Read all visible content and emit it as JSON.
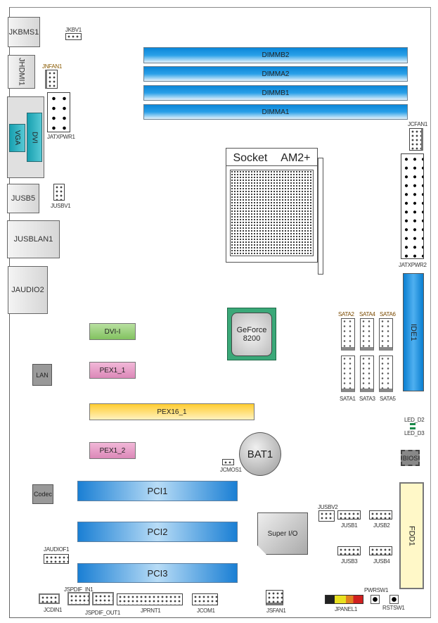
{
  "rear_io": {
    "kbms": "JKBMS1",
    "hdmi": "JHDMI1",
    "vga": "VGA",
    "dvi": "DVI",
    "usb5": "JUSB5",
    "usblan": "JUSBLAN1",
    "audio2": "JAUDIO2"
  },
  "headers": {
    "jkbv1": "JKBV1",
    "jnfan1": "JNFAN1",
    "jatxpwr1": "JATXPWR1",
    "jusbv1": "JUSBV1",
    "jcfan1": "JCFAN1",
    "jatxpwr2": "JATXPWR2",
    "jcmos1": "JCMOS1",
    "jusbv2": "JUSBV2",
    "jusb1": "JUSB1",
    "jusb2": "JUSB2",
    "jusb3": "JUSB3",
    "jusb4": "JUSB4",
    "jaudiof1": "JAUDIOF1",
    "jcdin1": "JCDIN1",
    "jspdif_in1": "JSPDIF_IN1",
    "jspdif_out1": "JSPDIF_OUT1",
    "jprnt1": "JPRNT1",
    "jcom1": "JCOM1",
    "jsfan1": "JSFAN1",
    "jpanel1": "JPANEL1",
    "pwrsw1": "PWRSW1",
    "rstsw1": "RSTSW1",
    "led_d2": "LED_D2",
    "led_d3": "LED_D3"
  },
  "memory": [
    "DIMMB2",
    "DIMMA2",
    "DIMMB1",
    "DIMMA1"
  ],
  "cpu": {
    "socket": "Socket",
    "type": "AM2+"
  },
  "chipset": {
    "line1": "GeForce",
    "line2": "8200"
  },
  "storage": {
    "ide": "IDE1",
    "fdd": "FDD1",
    "sata": [
      "SATA2",
      "SATA4",
      "SATA6",
      "SATA1",
      "SATA3",
      "SATA5"
    ]
  },
  "slots": {
    "dvi_i": "DVI-I",
    "pex1_1": "PEX1_1",
    "pex16_1": "PEX16_1",
    "pex1_2": "PEX1_2",
    "pci": [
      "PCI1",
      "PCI2",
      "PCI3"
    ]
  },
  "chips": {
    "lan": "LAN",
    "codec": "Codec",
    "bat": "BAT1",
    "bios": "BIOS",
    "superio": "Super I/O"
  }
}
